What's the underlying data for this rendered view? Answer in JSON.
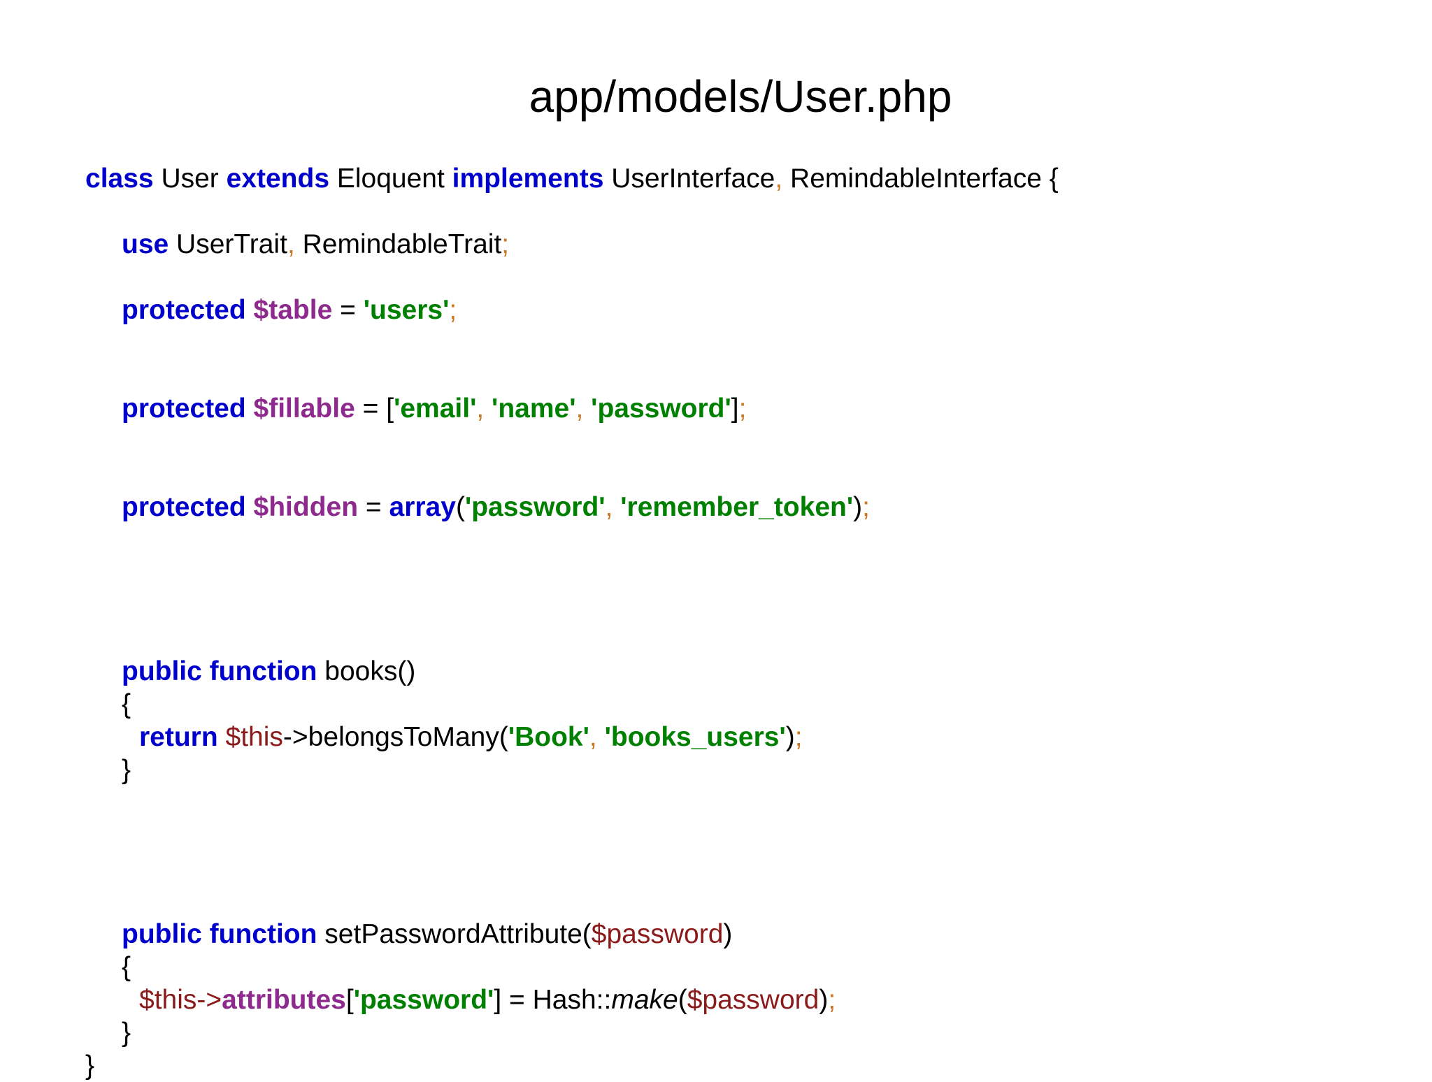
{
  "title": "app/models/User.php",
  "colors": {
    "keyword": "#0000cc",
    "variable": "#8e2a8e",
    "this_var": "#8b1a1a",
    "string": "#008000",
    "punctuation": "#cc7722",
    "plain": "#000000",
    "background": "#ffffff"
  },
  "code": {
    "language": "php",
    "lines": [
      {
        "indent": 0,
        "tokens": [
          {
            "t": "class",
            "c": "kw"
          },
          {
            "t": " User ",
            "c": "pl"
          },
          {
            "t": "extends",
            "c": "kw"
          },
          {
            "t": " Eloquent ",
            "c": "pl"
          },
          {
            "t": "implements",
            "c": "kw"
          },
          {
            "t": " UserInterface",
            "c": "pl"
          },
          {
            "t": ",",
            "c": "pun"
          },
          {
            "t": " RemindableInterface {",
            "c": "pl"
          }
        ]
      },
      {
        "indent": 0,
        "tokens": []
      },
      {
        "indent": 1,
        "tokens": [
          {
            "t": "use",
            "c": "kw"
          },
          {
            "t": " UserTrait",
            "c": "pl"
          },
          {
            "t": ",",
            "c": "pun"
          },
          {
            "t": " RemindableTrait",
            "c": "pl"
          },
          {
            "t": ";",
            "c": "pun"
          }
        ]
      },
      {
        "indent": 0,
        "tokens": []
      },
      {
        "indent": 1,
        "tokens": [
          {
            "t": "protected",
            "c": "kw"
          },
          {
            "t": " ",
            "c": "pl"
          },
          {
            "t": "$table",
            "c": "var"
          },
          {
            "t": " = ",
            "c": "pl"
          },
          {
            "t": "'users'",
            "c": "str"
          },
          {
            "t": ";",
            "c": "pun"
          }
        ]
      },
      {
        "indent": 0,
        "tokens": []
      },
      {
        "indent": 0,
        "tokens": []
      },
      {
        "indent": 1,
        "tokens": [
          {
            "t": "protected",
            "c": "kw"
          },
          {
            "t": " ",
            "c": "pl"
          },
          {
            "t": "$fillable",
            "c": "var"
          },
          {
            "t": " = [",
            "c": "pl"
          },
          {
            "t": "'email'",
            "c": "str"
          },
          {
            "t": ",",
            "c": "pun"
          },
          {
            "t": " ",
            "c": "pl"
          },
          {
            "t": "'name'",
            "c": "str"
          },
          {
            "t": ",",
            "c": "pun"
          },
          {
            "t": " ",
            "c": "pl"
          },
          {
            "t": "'password'",
            "c": "str"
          },
          {
            "t": "]",
            "c": "pl"
          },
          {
            "t": ";",
            "c": "pun"
          }
        ]
      },
      {
        "indent": 0,
        "tokens": []
      },
      {
        "indent": 0,
        "tokens": []
      },
      {
        "indent": 1,
        "tokens": [
          {
            "t": "protected",
            "c": "kw"
          },
          {
            "t": " ",
            "c": "pl"
          },
          {
            "t": "$hidden",
            "c": "var"
          },
          {
            "t": " = ",
            "c": "pl"
          },
          {
            "t": "array",
            "c": "kw"
          },
          {
            "t": "(",
            "c": "pl"
          },
          {
            "t": "'password'",
            "c": "str"
          },
          {
            "t": ",",
            "c": "pun"
          },
          {
            "t": " ",
            "c": "pl"
          },
          {
            "t": "'remember_token'",
            "c": "str"
          },
          {
            "t": ")",
            "c": "pl"
          },
          {
            "t": ";",
            "c": "pun"
          }
        ]
      },
      {
        "indent": 0,
        "tokens": []
      },
      {
        "indent": 0,
        "tokens": []
      },
      {
        "indent": 0,
        "tokens": []
      },
      {
        "indent": 0,
        "tokens": []
      },
      {
        "indent": 1,
        "tokens": [
          {
            "t": "public function",
            "c": "kw"
          },
          {
            "t": " books()",
            "c": "pl"
          }
        ]
      },
      {
        "indent": 1,
        "tokens": [
          {
            "t": "{",
            "c": "brc"
          }
        ]
      },
      {
        "indent": 2,
        "tokens": [
          {
            "t": "return",
            "c": "kw"
          },
          {
            "t": " ",
            "c": "pl"
          },
          {
            "t": "$this",
            "c": "this"
          },
          {
            "t": "->belongsToMany(",
            "c": "pl"
          },
          {
            "t": "'Book'",
            "c": "str"
          },
          {
            "t": ",",
            "c": "pun"
          },
          {
            "t": " ",
            "c": "pl"
          },
          {
            "t": "'books_users'",
            "c": "str"
          },
          {
            "t": ")",
            "c": "pl"
          },
          {
            "t": ";",
            "c": "pun"
          }
        ]
      },
      {
        "indent": 1,
        "tokens": [
          {
            "t": "}",
            "c": "brc"
          }
        ]
      },
      {
        "indent": 0,
        "tokens": []
      },
      {
        "indent": 0,
        "tokens": []
      },
      {
        "indent": 0,
        "tokens": []
      },
      {
        "indent": 0,
        "tokens": []
      },
      {
        "indent": 1,
        "tokens": [
          {
            "t": "public function",
            "c": "kw"
          },
          {
            "t": " setPasswordAttribute(",
            "c": "pl"
          },
          {
            "t": "$password",
            "c": "this"
          },
          {
            "t": ")",
            "c": "pl"
          }
        ]
      },
      {
        "indent": 1,
        "tokens": [
          {
            "t": "{",
            "c": "brc"
          }
        ]
      },
      {
        "indent": 2,
        "tokens": [
          {
            "t": "$this",
            "c": "this"
          },
          {
            "t": "->",
            "c": "this"
          },
          {
            "t": "attributes",
            "c": "var"
          },
          {
            "t": "[",
            "c": "pl"
          },
          {
            "t": "'password'",
            "c": "str"
          },
          {
            "t": "]",
            "c": "pl"
          },
          {
            "t": " = Hash::",
            "c": "pl"
          },
          {
            "t": "make",
            "c": "it"
          },
          {
            "t": "(",
            "c": "pl"
          },
          {
            "t": "$password",
            "c": "this"
          },
          {
            "t": ")",
            "c": "pl"
          },
          {
            "t": ";",
            "c": "pun"
          }
        ]
      },
      {
        "indent": 1,
        "tokens": [
          {
            "t": "}",
            "c": "brc"
          }
        ]
      },
      {
        "indent": 0,
        "tokens": [
          {
            "t": "}",
            "c": "brc"
          }
        ]
      }
    ]
  }
}
